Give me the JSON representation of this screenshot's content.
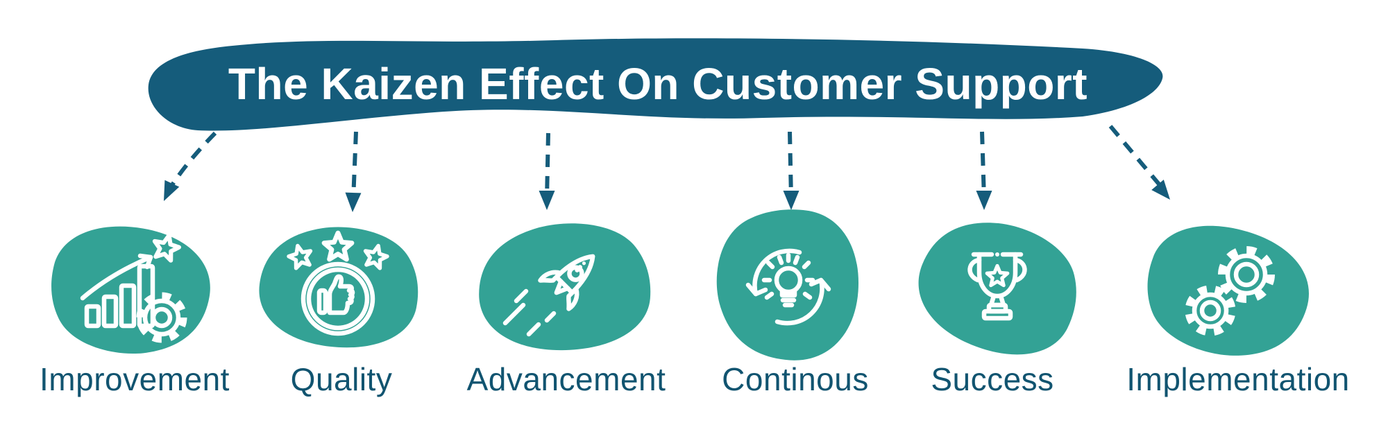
{
  "title": "The Kaizen Effect On Customer Support",
  "colors": {
    "banner": "#155C7B",
    "blob": "#33A295",
    "label": "#115470",
    "icon": "#FFFFFF"
  },
  "items": [
    {
      "label": "Improvement",
      "icon": "growth-chart-gear-icon"
    },
    {
      "label": "Quality",
      "icon": "thumbs-up-stars-icon"
    },
    {
      "label": "Advancement",
      "icon": "rocket-icon"
    },
    {
      "label": "Continous",
      "icon": "lightbulb-cycle-icon"
    },
    {
      "label": "Success",
      "icon": "trophy-icon"
    },
    {
      "label": "Implementation",
      "icon": "gears-icon"
    }
  ]
}
